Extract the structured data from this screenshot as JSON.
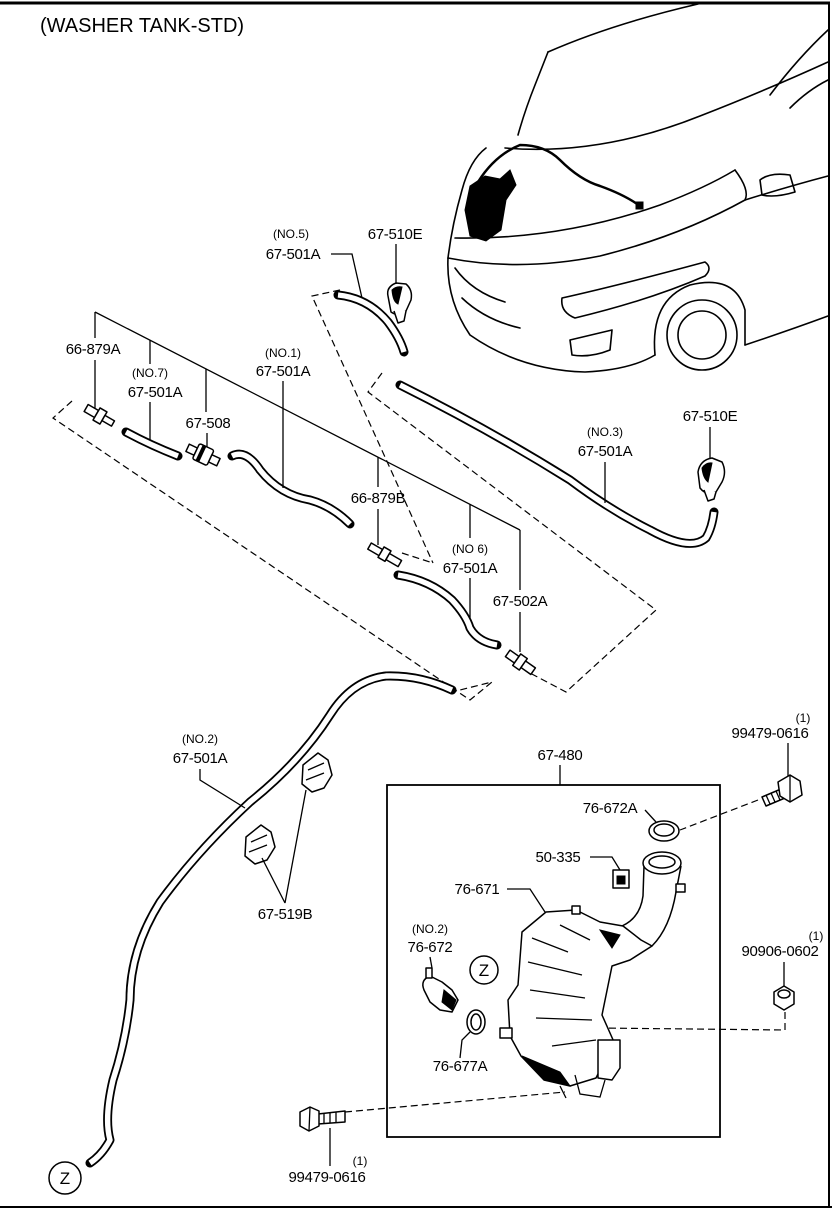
{
  "title": "(WASHER TANK-STD)",
  "callouts": {
    "hose_no5": {
      "qualifier": "(NO.5)",
      "part": "67-501A"
    },
    "nozzle_upper": {
      "part": "67-510E"
    },
    "connector_a": {
      "part": "66-879A"
    },
    "hose_no7": {
      "qualifier": "(NO.7)",
      "part": "67-501A"
    },
    "hose_no1": {
      "qualifier": "(NO.1)",
      "part": "67-501A"
    },
    "valve": {
      "part": "67-508"
    },
    "nozzle_right": {
      "part": "67-510E"
    },
    "hose_no3": {
      "qualifier": "(NO.3)",
      "part": "67-501A"
    },
    "connector_b": {
      "part": "66-879B"
    },
    "hose_no6": {
      "qualifier": "(NO 6)",
      "part": "67-501A"
    },
    "connector_c": {
      "part": "67-502A"
    },
    "hose_no2": {
      "qualifier": "(NO.2)",
      "part": "67-501A"
    },
    "tank_assembly": {
      "part": "67-480"
    },
    "bolt_upper": {
      "quantity": "(1)",
      "part": "99479-0616"
    },
    "cap": {
      "part": "76-672A"
    },
    "sensor": {
      "part": "50-335"
    },
    "tank": {
      "part": "76-671"
    },
    "clip": {
      "part": "67-519B"
    },
    "nut": {
      "quantity": "(1)",
      "part": "90906-0602"
    },
    "pump": {
      "qualifier": "(NO.2)",
      "part": "76-672"
    },
    "grommet": {
      "part": "76-677A"
    },
    "bolt_lower": {
      "quantity": "(1)",
      "part": "99479-0616"
    }
  },
  "reference_markers": [
    "Z",
    "Z"
  ],
  "colors": {
    "ink": "#000000",
    "paper": "#ffffff"
  }
}
